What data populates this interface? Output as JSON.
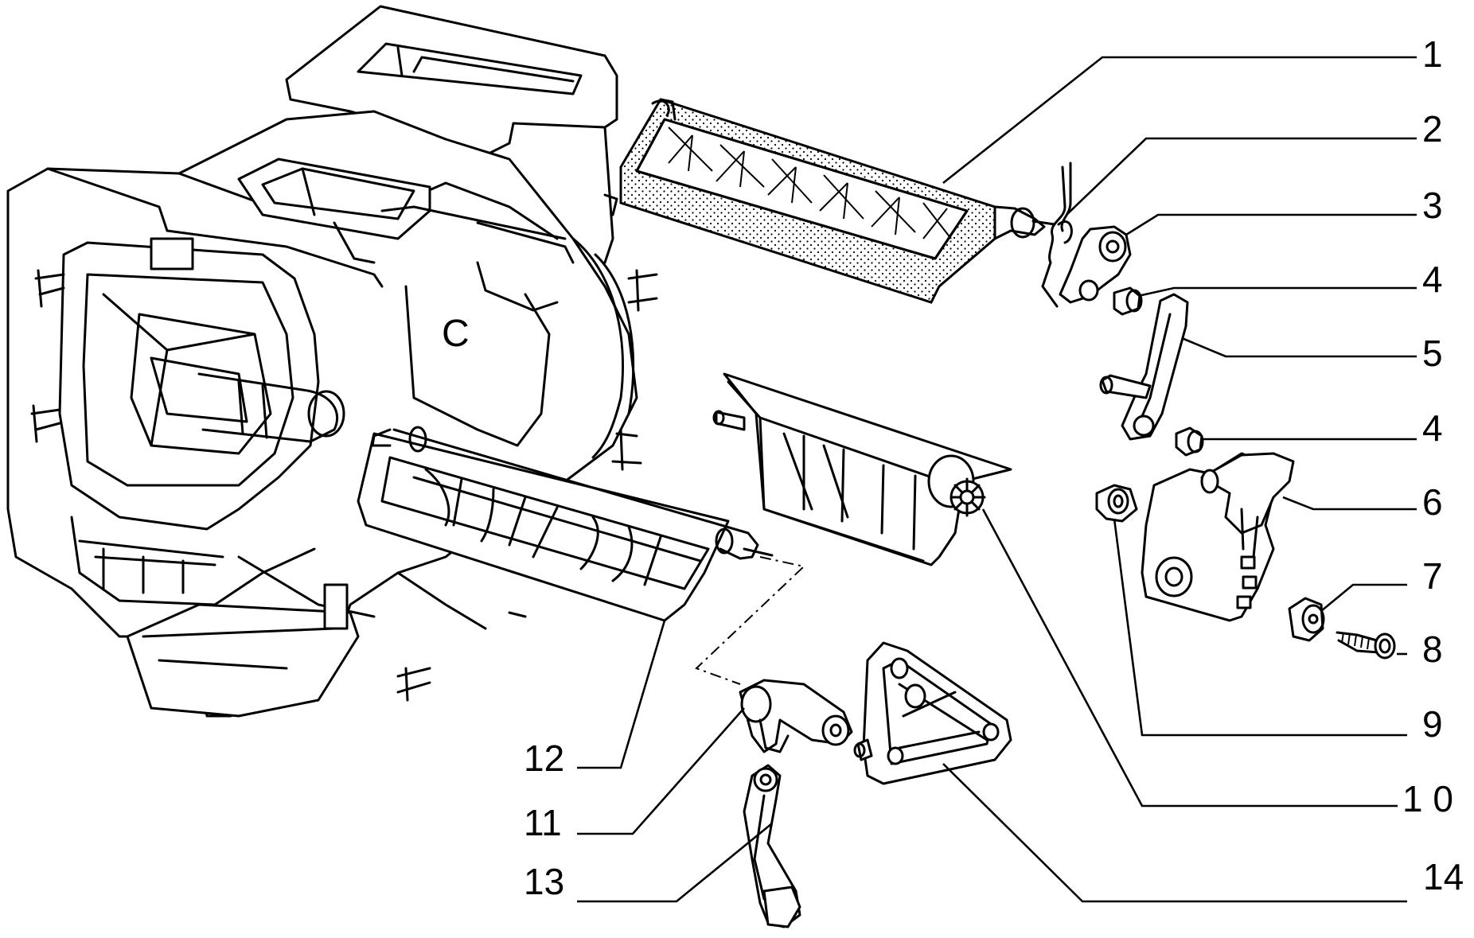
{
  "callouts": [
    {
      "id": "1",
      "label": "1"
    },
    {
      "id": "2",
      "label": "2"
    },
    {
      "id": "3",
      "label": "3"
    },
    {
      "id": "4a",
      "label": "4"
    },
    {
      "id": "5",
      "label": "5"
    },
    {
      "id": "4b",
      "label": "4"
    },
    {
      "id": "6",
      "label": "6"
    },
    {
      "id": "7",
      "label": "7"
    },
    {
      "id": "8",
      "label": "8"
    },
    {
      "id": "9",
      "label": "9"
    },
    {
      "id": "10",
      "label": "1 0"
    },
    {
      "id": "11",
      "label": "11"
    },
    {
      "id": "12",
      "label": "12"
    },
    {
      "id": "13",
      "label": "13"
    },
    {
      "id": "14",
      "label": "14"
    }
  ],
  "housing_mark": "C"
}
